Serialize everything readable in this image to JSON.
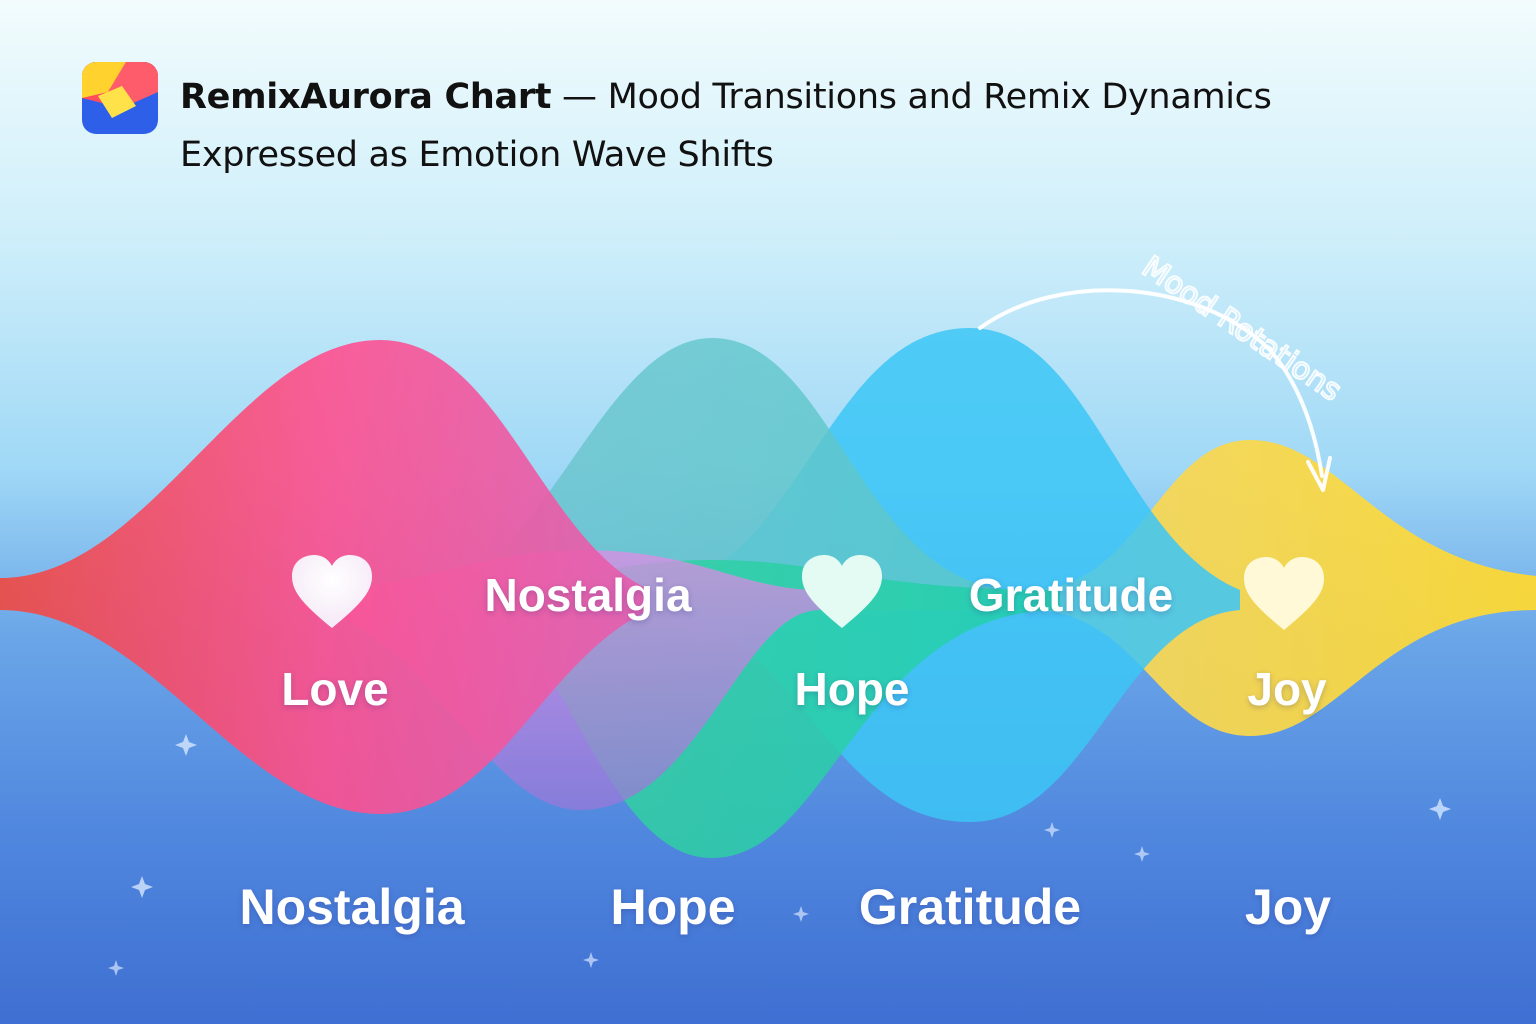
{
  "header": {
    "title_strong": "RemixAurora Chart",
    "title_dash": " — ",
    "title_rest": "Mood Transitions and Remix Dynamics",
    "subtitle": "Expressed as Emotion Wave Shifts",
    "logo_icon": "remixaurora-logo-icon"
  },
  "wave_labels": {
    "love": "Love",
    "nostalgia": "Nostalgia",
    "hope": "Hope",
    "gratitude": "Gratitude",
    "joy": "Joy"
  },
  "bottom_labels": [
    "Nostalgia",
    "Hope",
    "Gratitude",
    "Joy"
  ],
  "annotation": {
    "text": "Mood Rotations"
  },
  "icons": {
    "heart": "heart-icon",
    "arrow": "curved-arrow-icon",
    "sparkle": "sparkle-icon"
  },
  "colors": {
    "love": "#ff4f8e",
    "nostalgia": "#dc79e2",
    "hope": "#20d2a2",
    "gratitude": "#3cc6f6",
    "joy": "#ffd93c"
  }
}
